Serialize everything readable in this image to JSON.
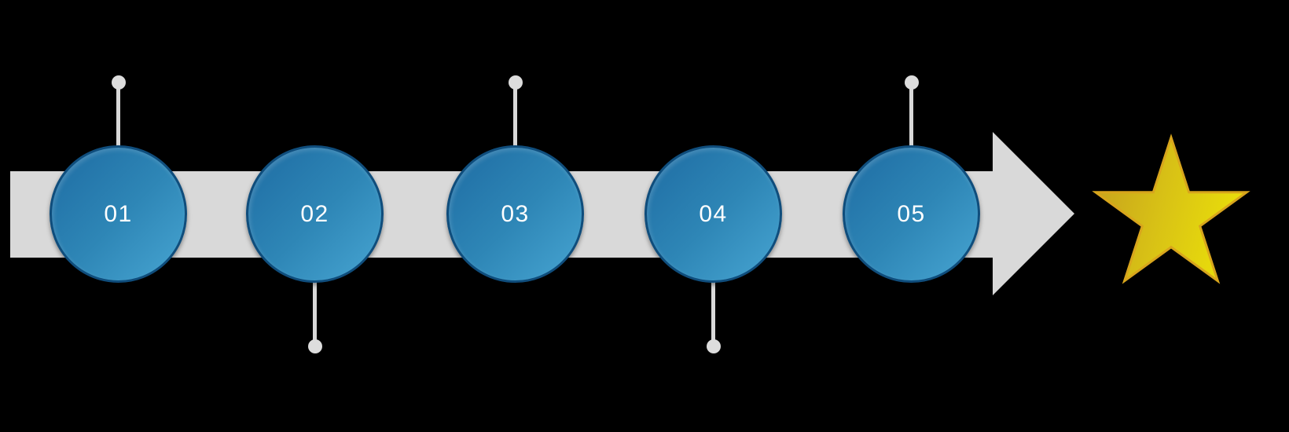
{
  "diagram": {
    "type": "timeline-process-arrow",
    "background": "#000000",
    "steps": [
      {
        "label": "01",
        "connector_position": "top"
      },
      {
        "label": "02",
        "connector_position": "bottom"
      },
      {
        "label": "03",
        "connector_position": "top"
      },
      {
        "label": "04",
        "connector_position": "bottom"
      },
      {
        "label": "05",
        "connector_position": "top"
      }
    ],
    "end_icon": "star-icon",
    "colors": {
      "background": "#000000",
      "arrow_gray": "#D9D9D9",
      "connector_gray": "#D9D9D9",
      "connector_dot_gray": "#DDDDDD",
      "circle_fill_start": "#1E6CA3",
      "circle_fill_mid": "#2E86B6",
      "circle_fill_end": "#47A5D2",
      "circle_border": "#0F4D7C",
      "step_text": "#FFFFFF",
      "star_fill_start": "#C49E1E",
      "star_fill_mid": "#D9C315",
      "star_fill_end": "#E9DD0A",
      "star_border": "#D8A51C"
    }
  }
}
